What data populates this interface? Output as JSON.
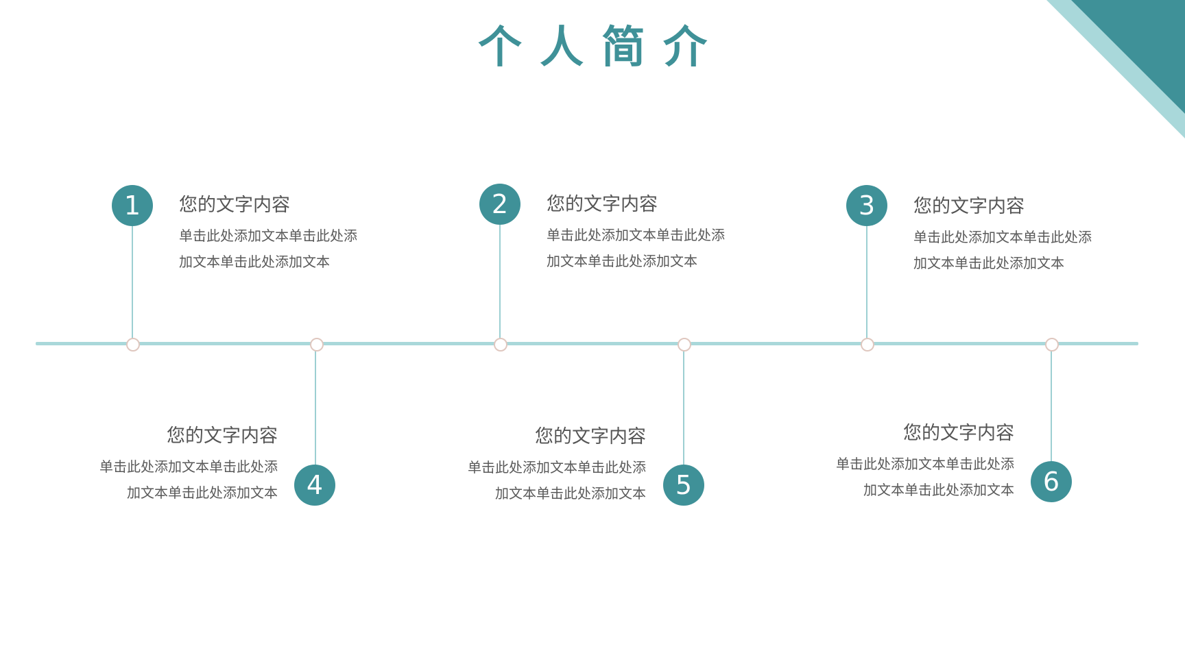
{
  "title": "个人简介",
  "colors": {
    "primary": "#3f9198",
    "light": "#a9d8da",
    "line": "#a9d8da",
    "connector": "#9ccfd2",
    "node_border": "#dfc7bf",
    "text": "#555555"
  },
  "items": [
    {
      "number": "1",
      "heading": "您的文字内容",
      "line1": "单击此处添加文本单击此处添",
      "line2": "加文本单击此处添加文本"
    },
    {
      "number": "2",
      "heading": "您的文字内容",
      "line1": "单击此处添加文本单击此处添",
      "line2": "加文本单击此处添加文本"
    },
    {
      "number": "3",
      "heading": "您的文字内容",
      "line1": "单击此处添加文本单击此处添",
      "line2": "加文本单击此处添加文本"
    },
    {
      "number": "4",
      "heading": "您的文字内容",
      "line1": "单击此处添加文本单击此处添",
      "line2": "加文本单击此处添加文本"
    },
    {
      "number": "5",
      "heading": "您的文字内容",
      "line1": "单击此处添加文本单击此处添",
      "line2": "加文本单击此处添加文本"
    },
    {
      "number": "6",
      "heading": "您的文字内容",
      "line1": "单击此处添加文本单击此处添",
      "line2": "加文本单击此处添加文本"
    }
  ]
}
